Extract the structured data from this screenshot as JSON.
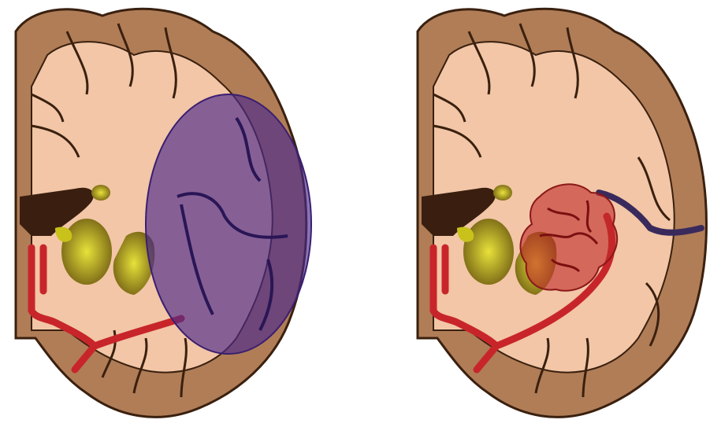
{
  "diagram": {
    "panels": [
      {
        "id": "left",
        "overlay": "purple-ellipse",
        "overlay_color": "#4b2a8c"
      },
      {
        "id": "right",
        "overlay": "red-hemorrhage",
        "overlay_color": "#c02a2a"
      }
    ],
    "colors": {
      "cortex": "#b07d57",
      "cortex_outline": "#3a200f",
      "white_matter": "#f2c6a6",
      "ventricle": "#3a1f10",
      "nuclei": "#c9c21a",
      "vessel": "#c8252b",
      "dark_vessel": "#3a2a5c"
    }
  }
}
